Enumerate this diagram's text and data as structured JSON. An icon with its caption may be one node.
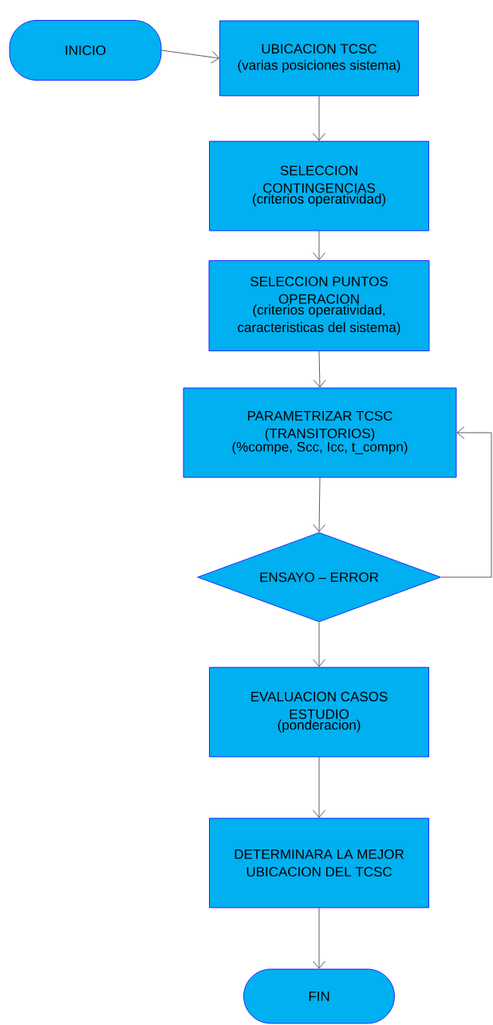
{
  "diagram": {
    "nodes": [
      {
        "text": [
          "INICIO"
        ]
      },
      {
        "text": [
          "UBICACION TCSC",
          "(varias posiciones sistema)"
        ]
      },
      {
        "text": [
          "SELECCION CONTINGENCIAS",
          "(criterios operatividad)"
        ]
      },
      {
        "text": [
          "SELECCION PUNTOS OPERACION",
          "(criterios operatividad, caracteristicas del sistema)"
        ]
      },
      {
        "text": [
          "PARAMETRIZAR TCSC (TRANSITORIOS)",
          "(%compe, Scc, Icc, t_compn)"
        ]
      },
      {
        "text": [
          "ENSAYO – ERROR"
        ]
      },
      {
        "text": [
          "EVALUACION CASOS ESTUDIO",
          "(ponderacion)"
        ]
      },
      {
        "text": [
          "DETERMINARA LA MEJOR UBICACION DEL TCSC"
        ]
      },
      {
        "text": [
          "FIN"
        ]
      }
    ],
    "edges": [
      {
        "from": 0,
        "to": 1,
        "arrow": "to"
      },
      {
        "from": 1,
        "to": 2,
        "arrow": "to"
      },
      {
        "from": 2,
        "to": 3,
        "arrow": "to"
      },
      {
        "from": 3,
        "to": 4,
        "arrow": "to"
      },
      {
        "from": 4,
        "to": 5,
        "arrow": "to"
      },
      {
        "from": 5,
        "to": 6,
        "arrow": "to"
      },
      {
        "from": 6,
        "to": 7,
        "arrow": "to"
      },
      {
        "from": 7,
        "to": 8,
        "arrow": "to"
      },
      {
        "from": 5,
        "to": 4,
        "arrow": "to"
      }
    ]
  }
}
